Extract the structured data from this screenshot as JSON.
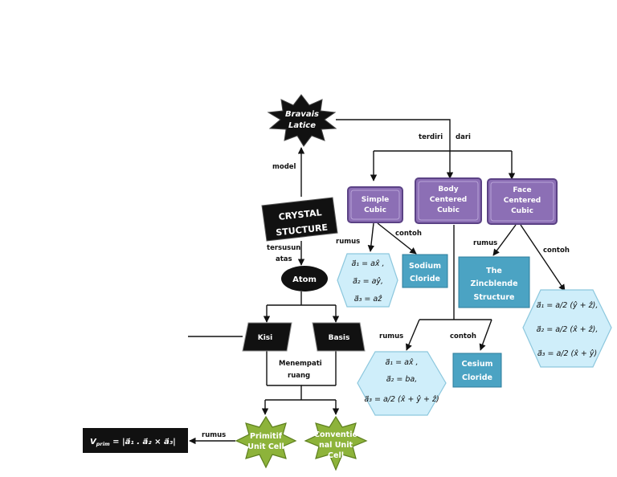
{
  "nodes": {
    "bravais": {
      "line1": "Bravais",
      "line2": "Latice"
    },
    "crystal": {
      "line1": "CRYSTAL",
      "line2": "STUCTURE"
    },
    "atom": {
      "label": "Atom"
    },
    "kisi": {
      "label": "Kisi"
    },
    "basis": {
      "label": "Basis"
    },
    "simple_cubic": {
      "line1": "Simple",
      "line2": "Cubic"
    },
    "bcc": {
      "line1": "Body",
      "line2": "Centered",
      "line3": "Cubic"
    },
    "fcc": {
      "line1": "Face",
      "line2": "Centered",
      "line3": "Cubic"
    },
    "sodium": {
      "line1": "Sodium",
      "line2": "Cloride"
    },
    "cesium": {
      "line1": "Cesium",
      "line2": "Cloride"
    },
    "zincblende": {
      "line1": "The",
      "line2": "Zincblende",
      "line3": "Structure"
    },
    "primitif": {
      "line1": "Primitif",
      "line2": "Unit Cell"
    },
    "conventional": {
      "line1": "Conventio",
      "line2": "nal Unit",
      "line3": "Cell"
    },
    "volume": {
      "lhs": "V",
      "sub": "prim",
      "rhs": " = |a⃗₁ . a⃗₂ × a⃗₃|"
    }
  },
  "labels": {
    "model": "model",
    "terdiri": "terdiri",
    "dari": "dari",
    "tersusun": "tersusun",
    "atas": "atas",
    "menempati": "Menempati",
    "ruang": "ruang",
    "rumus": "rumus",
    "contoh": "contoh"
  },
  "formulas": {
    "sc": [
      "a⃗₁ = ax̂ ,",
      "a⃗₂ = aŷ,",
      "a⃗₃ = aẑ"
    ],
    "bcc": [
      "a⃗₁ = ax̂ ,",
      "a⃗₂ = ba,",
      "a⃗₃ = a/2 (x̂ + ŷ + ẑ)"
    ],
    "fcc": [
      "a⃗₁ = a/2 (ŷ + ẑ),",
      "a⃗₂ = a/2 (x̂ + ẑ),",
      "a⃗₃ = a/2 (x̂ + ŷ)"
    ]
  },
  "colors": {
    "purple": "#8c6fb5",
    "teal": "#4ba3c3",
    "light_blue": "#cfeefa",
    "green": "#8db33a",
    "black": "#111111"
  }
}
